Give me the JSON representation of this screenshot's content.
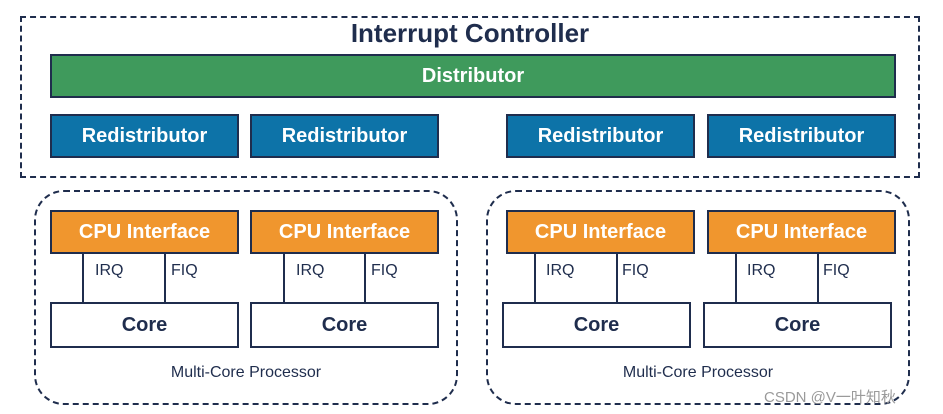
{
  "controller": {
    "title": "Interrupt Controller",
    "distributor": "Distributor",
    "redistributors": [
      "Redistributor",
      "Redistributor",
      "Redistributor",
      "Redistributor"
    ]
  },
  "clusters": [
    {
      "caption": "Multi-Core Processor",
      "cpus": [
        {
          "interface": "CPU Interface",
          "irq": "IRQ",
          "fiq": "FIQ",
          "core": "Core"
        },
        {
          "interface": "CPU Interface",
          "irq": "IRQ",
          "fiq": "FIQ",
          "core": "Core"
        }
      ]
    },
    {
      "caption": "Multi-Core Processor",
      "cpus": [
        {
          "interface": "CPU Interface",
          "irq": "IRQ",
          "fiq": "FIQ",
          "core": "Core"
        },
        {
          "interface": "CPU Interface",
          "irq": "IRQ",
          "fiq": "FIQ",
          "core": "Core"
        }
      ]
    }
  ],
  "watermark": "CSDN @V一叶知秋",
  "colors": {
    "outline": "#1f2d4d",
    "distributor": "#3f9a5c",
    "redistributor": "#0d73a8",
    "cpu_interface": "#f0962e"
  }
}
